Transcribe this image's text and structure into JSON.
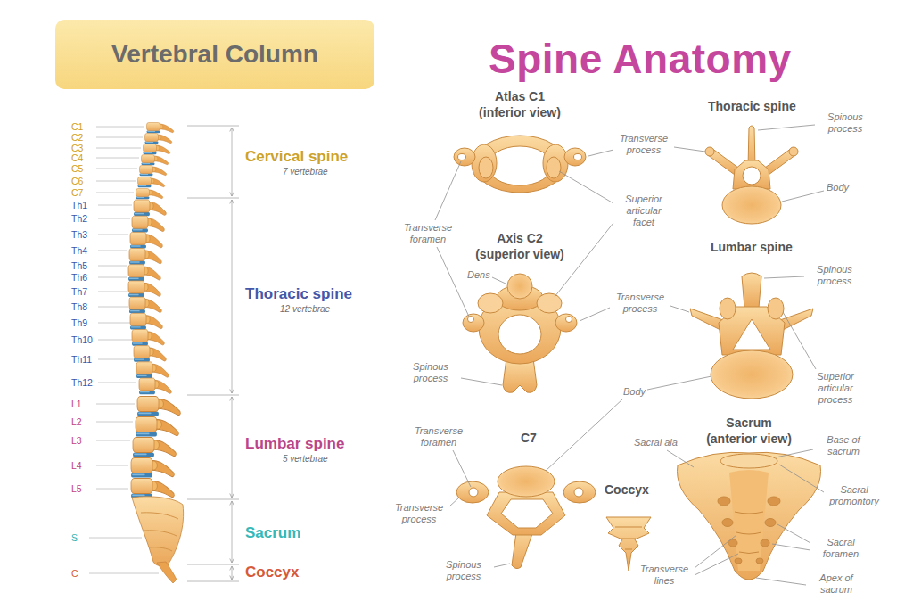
{
  "diagram": {
    "title": "Spine Anatomy",
    "nodes": [
      {
        "text": [
          "Vertebral Column"
        ]
      }
    ],
    "labels": [
      "C1",
      "C2",
      "C3",
      "C4",
      "C5",
      "C6",
      "C7",
      "Th1",
      "Th2",
      "Th3",
      "Th4",
      "Th5",
      "Th6",
      "Th7",
      "Th8",
      "Th9",
      "Th10",
      "Th11",
      "Th12",
      "L1",
      "L2",
      "L3",
      "L4",
      "L5",
      "S",
      "C",
      "Cervical spine",
      "7 vertebrae",
      "Thoracic spine",
      "12 vertebrae",
      "Lumbar spine",
      "5 vertebrae",
      "Sacrum",
      "Coccyx",
      "Atlas C1 (inferior view)",
      "Transverse process",
      "Thoracic spine",
      "Spinous process",
      "Body",
      "Superior articular facet",
      "Transverse foramen",
      "Axis C2 (superior view)",
      "Dens",
      "Lumbar spine",
      "Spinous process",
      "Transverse process",
      "Spinous process",
      "Body",
      "Superior articular process",
      "C7",
      "Transverse foramen",
      "Sacrum (anterior view)",
      "Sacral ala",
      "Base of sacrum",
      "Coccyx",
      "Sacral promontory",
      "Transverse process",
      "Sacral foramen",
      "Spinous process",
      "Transverse lines",
      "Apex of sacrum"
    ]
  }
}
